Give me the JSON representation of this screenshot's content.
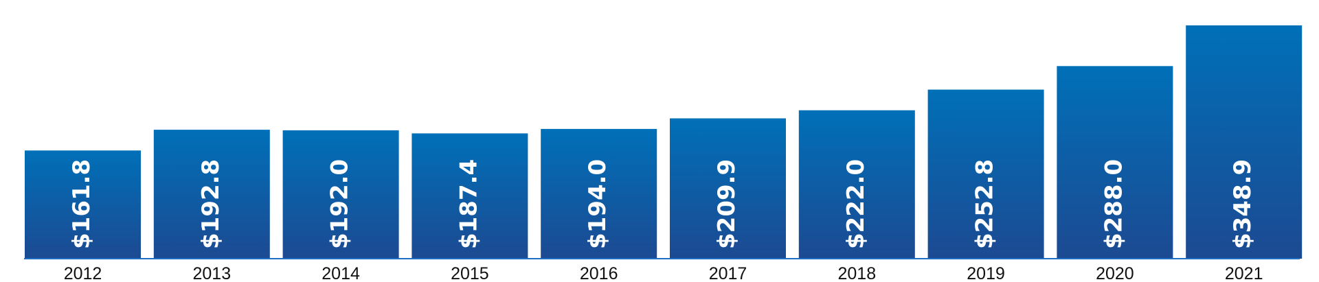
{
  "chart_data": {
    "type": "bar",
    "categories": [
      "2012",
      "2013",
      "2014",
      "2015",
      "2016",
      "2017",
      "2018",
      "2019",
      "2020",
      "2021"
    ],
    "values": [
      161.8,
      192.8,
      192.0,
      187.4,
      194.0,
      209.9,
      222.0,
      252.8,
      288.0,
      348.9
    ],
    "value_labels": [
      "$161.8",
      "$192.8",
      "$192.0",
      "$187.4",
      "$194.0",
      "$209.9",
      "$222.0",
      "$252.8",
      "$288.0",
      "$348.9"
    ],
    "title": "",
    "xlabel": "",
    "ylabel": "",
    "ylim": [
      0,
      360
    ],
    "grid": false,
    "legend": "none",
    "colors": {
      "bar_top": "#0070b8",
      "bar_bottom": "#1c4a92",
      "baseline": "#1f6fc4",
      "label": "#ffffff",
      "tick_text": "#111111"
    }
  }
}
